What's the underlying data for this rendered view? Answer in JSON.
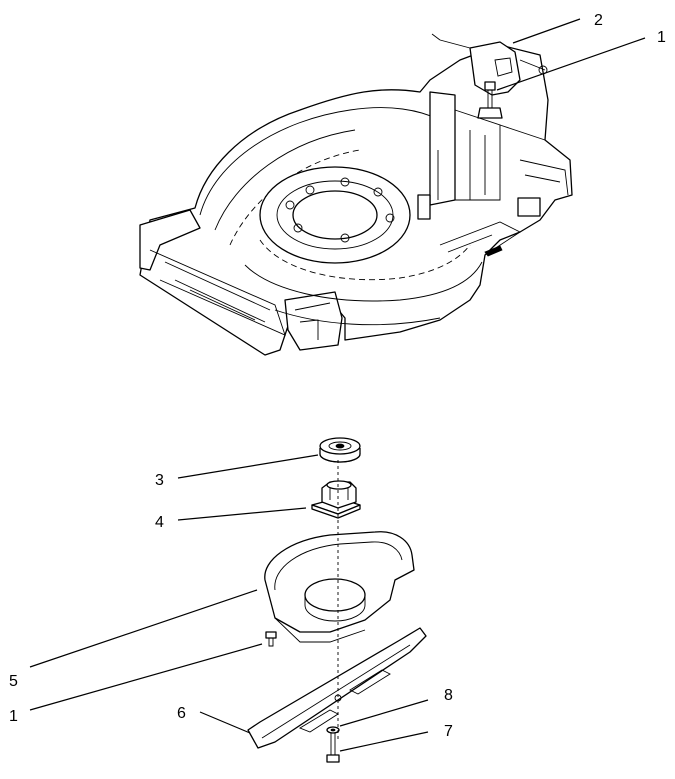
{
  "diagram": {
    "callouts": [
      {
        "id": "callout-2-top",
        "label": "2"
      },
      {
        "id": "callout-1-top",
        "label": "1"
      },
      {
        "id": "callout-3",
        "label": "3"
      },
      {
        "id": "callout-4",
        "label": "4"
      },
      {
        "id": "callout-5",
        "label": "5"
      },
      {
        "id": "callout-1-bottom",
        "label": "1"
      },
      {
        "id": "callout-6",
        "label": "6"
      },
      {
        "id": "callout-8",
        "label": "8"
      },
      {
        "id": "callout-7",
        "label": "7"
      }
    ]
  }
}
